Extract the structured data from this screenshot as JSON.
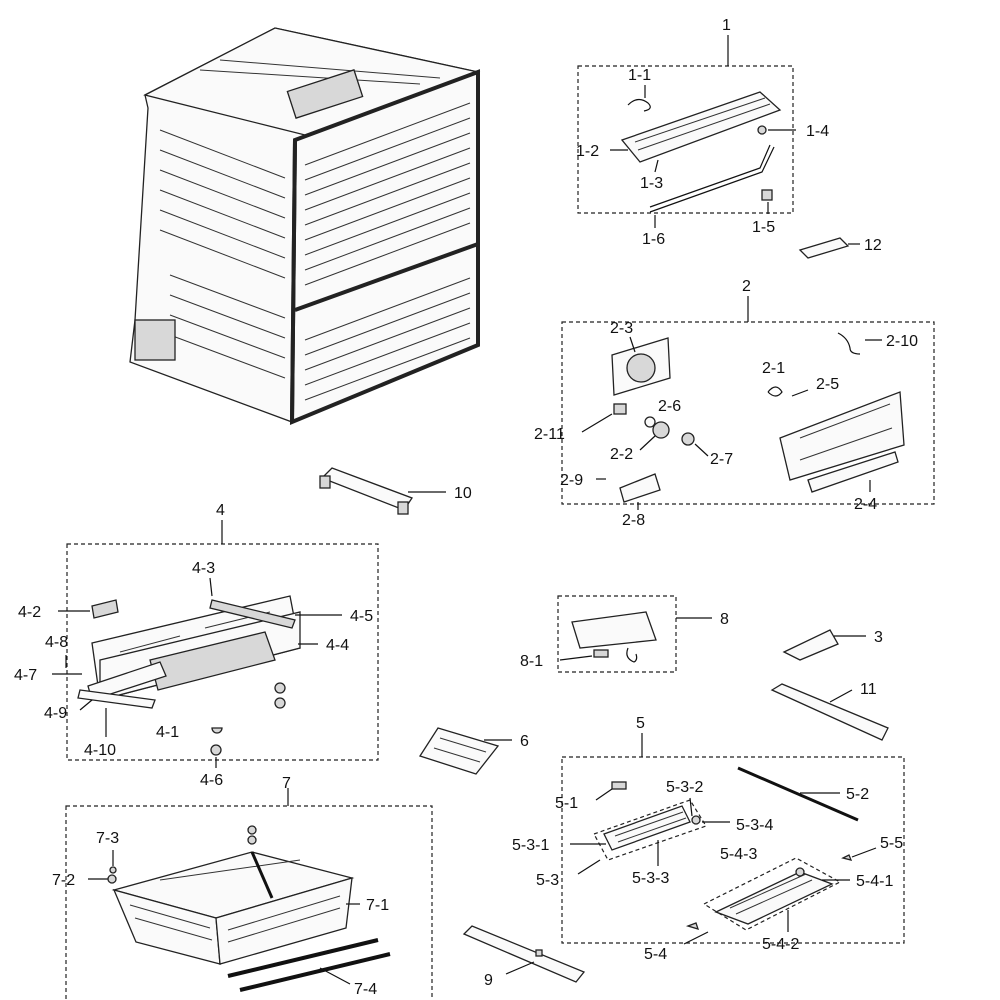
{
  "labels": {
    "l1": "1",
    "l1_1": "1-1",
    "l1_2": "1-2",
    "l1_3": "1-3",
    "l1_4": "1-4",
    "l1_5": "1-5",
    "l1_6": "1-6",
    "l12": "12",
    "l2": "2",
    "l2_1": "2-1",
    "l2_2": "2-2",
    "l2_3": "2-3",
    "l2_4": "2-4",
    "l2_5": "2-5",
    "l2_6": "2-6",
    "l2_7": "2-7",
    "l2_8": "2-8",
    "l2_9": "2-9",
    "l2_10": "2-10",
    "l2_11": "2-11",
    "l10": "10",
    "l4": "4",
    "l4_1": "4-1",
    "l4_2": "4-2",
    "l4_3": "4-3",
    "l4_4": "4-4",
    "l4_5": "4-5",
    "l4_6": "4-6",
    "l4_7": "4-7",
    "l4_8": "4-8",
    "l4_9": "4-9",
    "l4_10": "4-10",
    "l8": "8",
    "l8_1": "8-1",
    "l3": "3",
    "l11": "11",
    "l6": "6",
    "l5": "5",
    "l5_1": "5-1",
    "l5_2": "5-2",
    "l5_3": "5-3",
    "l5_3_1": "5-3-1",
    "l5_3_2": "5-3-2",
    "l5_3_3": "5-3-3",
    "l5_3_4": "5-3-4",
    "l5_4": "5-4",
    "l5_4_1": "5-4-1",
    "l5_4_2": "5-4-2",
    "l5_4_3": "5-4-3",
    "l5_5": "5-5",
    "l7": "7",
    "l7_1": "7-1",
    "l7_2": "7-2",
    "l7_3": "7-3",
    "l7_4": "7-4",
    "l9": "9"
  }
}
